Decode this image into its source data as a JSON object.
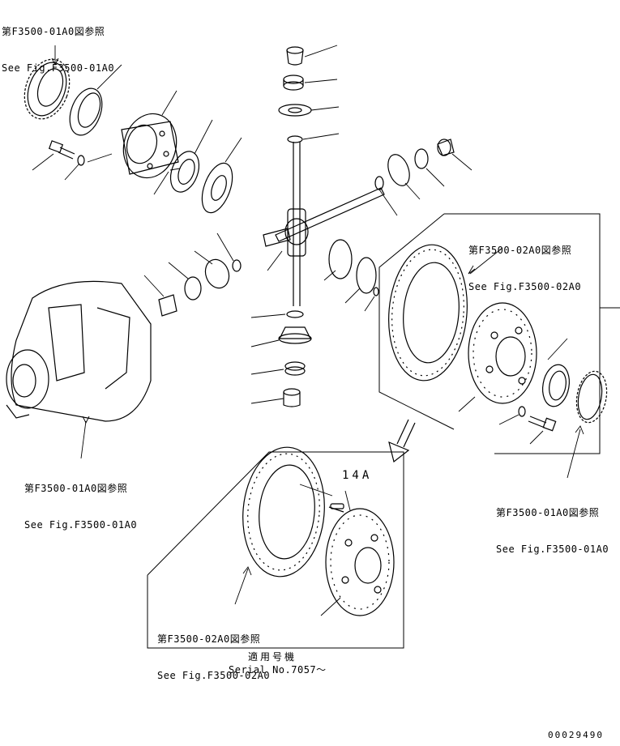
{
  "references": {
    "top_left": {
      "jp": "第F3500-01A0図参照",
      "en": "See Fig.F3500-01A0"
    },
    "right_upper": {
      "jp": "第F3500-02A0図参照",
      "en": "See Fig.F3500-02A0"
    },
    "left_middle": {
      "jp": "第F3500-01A0図参照",
      "en": "See Fig.F3500-01A0"
    },
    "right_lower": {
      "jp": "第F3500-01A0図参照",
      "en": "See Fig.F3500-01A0"
    },
    "inset_bottom": {
      "jp": "第F3500-02A0図参照",
      "en": "See Fig.F3500-02A0"
    }
  },
  "inset": {
    "part_label": "14A",
    "applicability_jp": "適用号機",
    "applicability_en": "Serial No.7057〜"
  },
  "drawing_number": "00029490"
}
